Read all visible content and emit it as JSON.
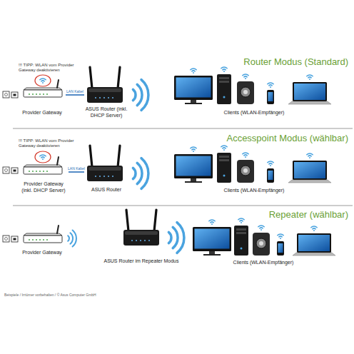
{
  "diagram": {
    "nodes": [
      {
        "text": [
          "Provider Gateway"
        ]
      },
      {
        "text": [
          "ASUS Router (inkl. DHCP Server)"
        ]
      },
      {
        "text": [
          "Clients (WLAN-Empfänger)"
        ]
      },
      {
        "text": [
          "Provider Gateway (inkl. DHCP Server)"
        ]
      },
      {
        "text": [
          "ASUS Router"
        ]
      },
      {
        "text": [
          "Clients (WLAN-Empfänger)"
        ]
      },
      {
        "text": [
          "Provider Gateway"
        ]
      },
      {
        "text": [
          "ASUS Router im Repeater Modus"
        ]
      },
      {
        "text": [
          "Clients (WLAN-Empfänger)"
        ]
      }
    ],
    "edges": [
      {
        "from": 0,
        "to": 1,
        "arrow": "none",
        "label": "LAN Kabel"
      },
      {
        "from": 3,
        "to": 4,
        "arrow": "none",
        "label": "LAN Kabel"
      }
    ],
    "labels": [
      "Router Modus (Standard)",
      "!!! TIPP: WLAN vom Provider Gateway deaktivieren",
      "Accesspoint Modus (wählbar)",
      "!!! TIPP: WLAN vom Provider Gateway deaktivieren",
      "Repeater (wählbar)",
      "Beispiele / Irrtümer vorbehalten / © Asus Computer GmbH"
    ]
  }
}
